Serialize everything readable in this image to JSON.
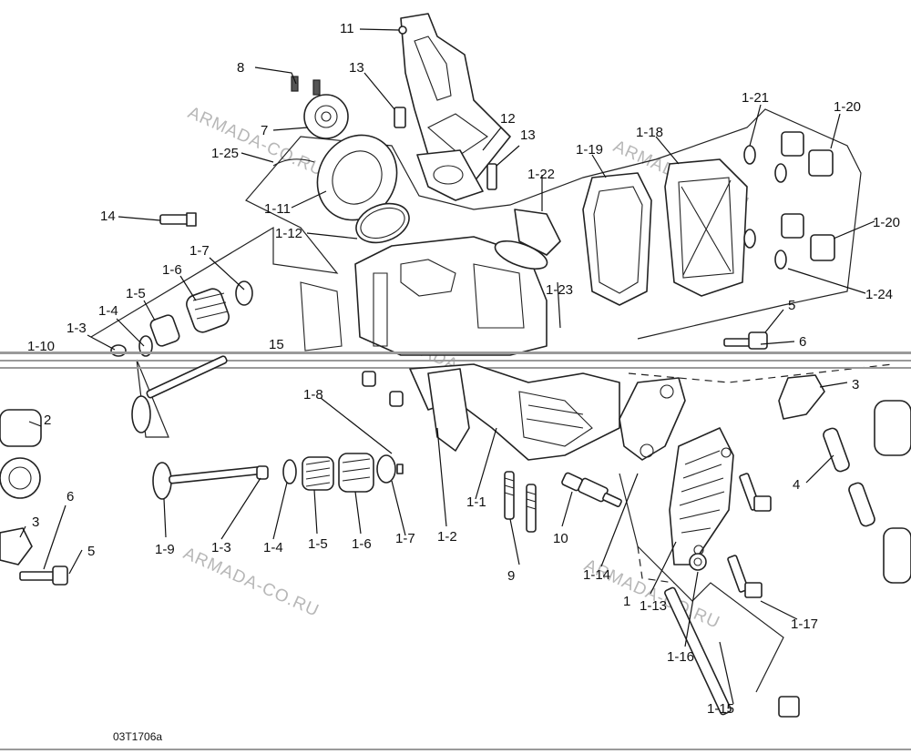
{
  "diagram_code": "03T1706a",
  "watermark": "ARMADA-CO.RU",
  "callouts": {
    "c_11": "11",
    "c_8": "8",
    "c_13a": "13",
    "c_7": "7",
    "c_12": "12",
    "c_13b": "13",
    "c_1_25": "1-25",
    "c_1_11": "1-11",
    "c_1_12": "1-12",
    "c_14": "14",
    "c_1_7a": "1-7",
    "c_1_6a": "1-6",
    "c_1_5a": "1-5",
    "c_1_4a": "1-4",
    "c_1_3a": "1-3",
    "c_1_10": "1-10",
    "c_15": "15",
    "c_1_22": "1-22",
    "c_1_19": "1-19",
    "c_1_18": "1-18",
    "c_1_21": "1-21",
    "c_1_20a": "1-20",
    "c_1_20b": "1-20",
    "c_1_24": "1-24",
    "c_1_23": "1-23",
    "c_5a": "5",
    "c_6a": "6",
    "c_3a": "3",
    "c_4": "4",
    "c_2": "2",
    "c_6b": "6",
    "c_3b": "3",
    "c_5b": "5",
    "c_1_8": "1-8",
    "c_1_9": "1-9",
    "c_1_3b": "1-3",
    "c_1_4b": "1-4",
    "c_1_5b": "1-5",
    "c_1_6b": "1-6",
    "c_1_7b": "1-7",
    "c_1_2": "1-2",
    "c_1_1": "1-1",
    "c_9": "9",
    "c_10": "10",
    "c_1_14": "1-14",
    "c_1": "1",
    "c_1_13": "1-13",
    "c_1_16": "1-16",
    "c_1_17": "1-17",
    "c_1_15": "1-15"
  }
}
